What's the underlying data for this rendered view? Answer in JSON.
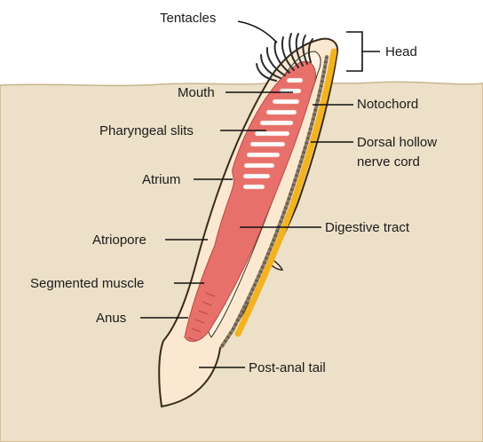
{
  "colors": {
    "sediment": "#ece0c8",
    "sediment_edge": "#c8b48f",
    "body_fill": "#fbe8d0",
    "body_outline": "#3a2a1a",
    "cavity": "#fff4e6",
    "pharynx": "#e8706a",
    "pharynx_light": "#f4a39c",
    "notochord": "#8a7b63",
    "nerve_cord": "#f3b321",
    "leader": "#111111"
  },
  "labels": {
    "tentacles": "Tentacles",
    "head": "Head",
    "mouth": "Mouth",
    "notochord": "Notochord",
    "pharyngeal_slits": "Pharyngeal slits",
    "dorsal_hollow_line1": "Dorsal hollow",
    "dorsal_hollow_line2": "nerve cord",
    "atrium": "Atrium",
    "digestive_tract": "Digestive tract",
    "atriopore": "Atriopore",
    "segmented_muscle": "Segmented muscle",
    "anus": "Anus",
    "post_anal_tail": "Post-anal tail"
  }
}
